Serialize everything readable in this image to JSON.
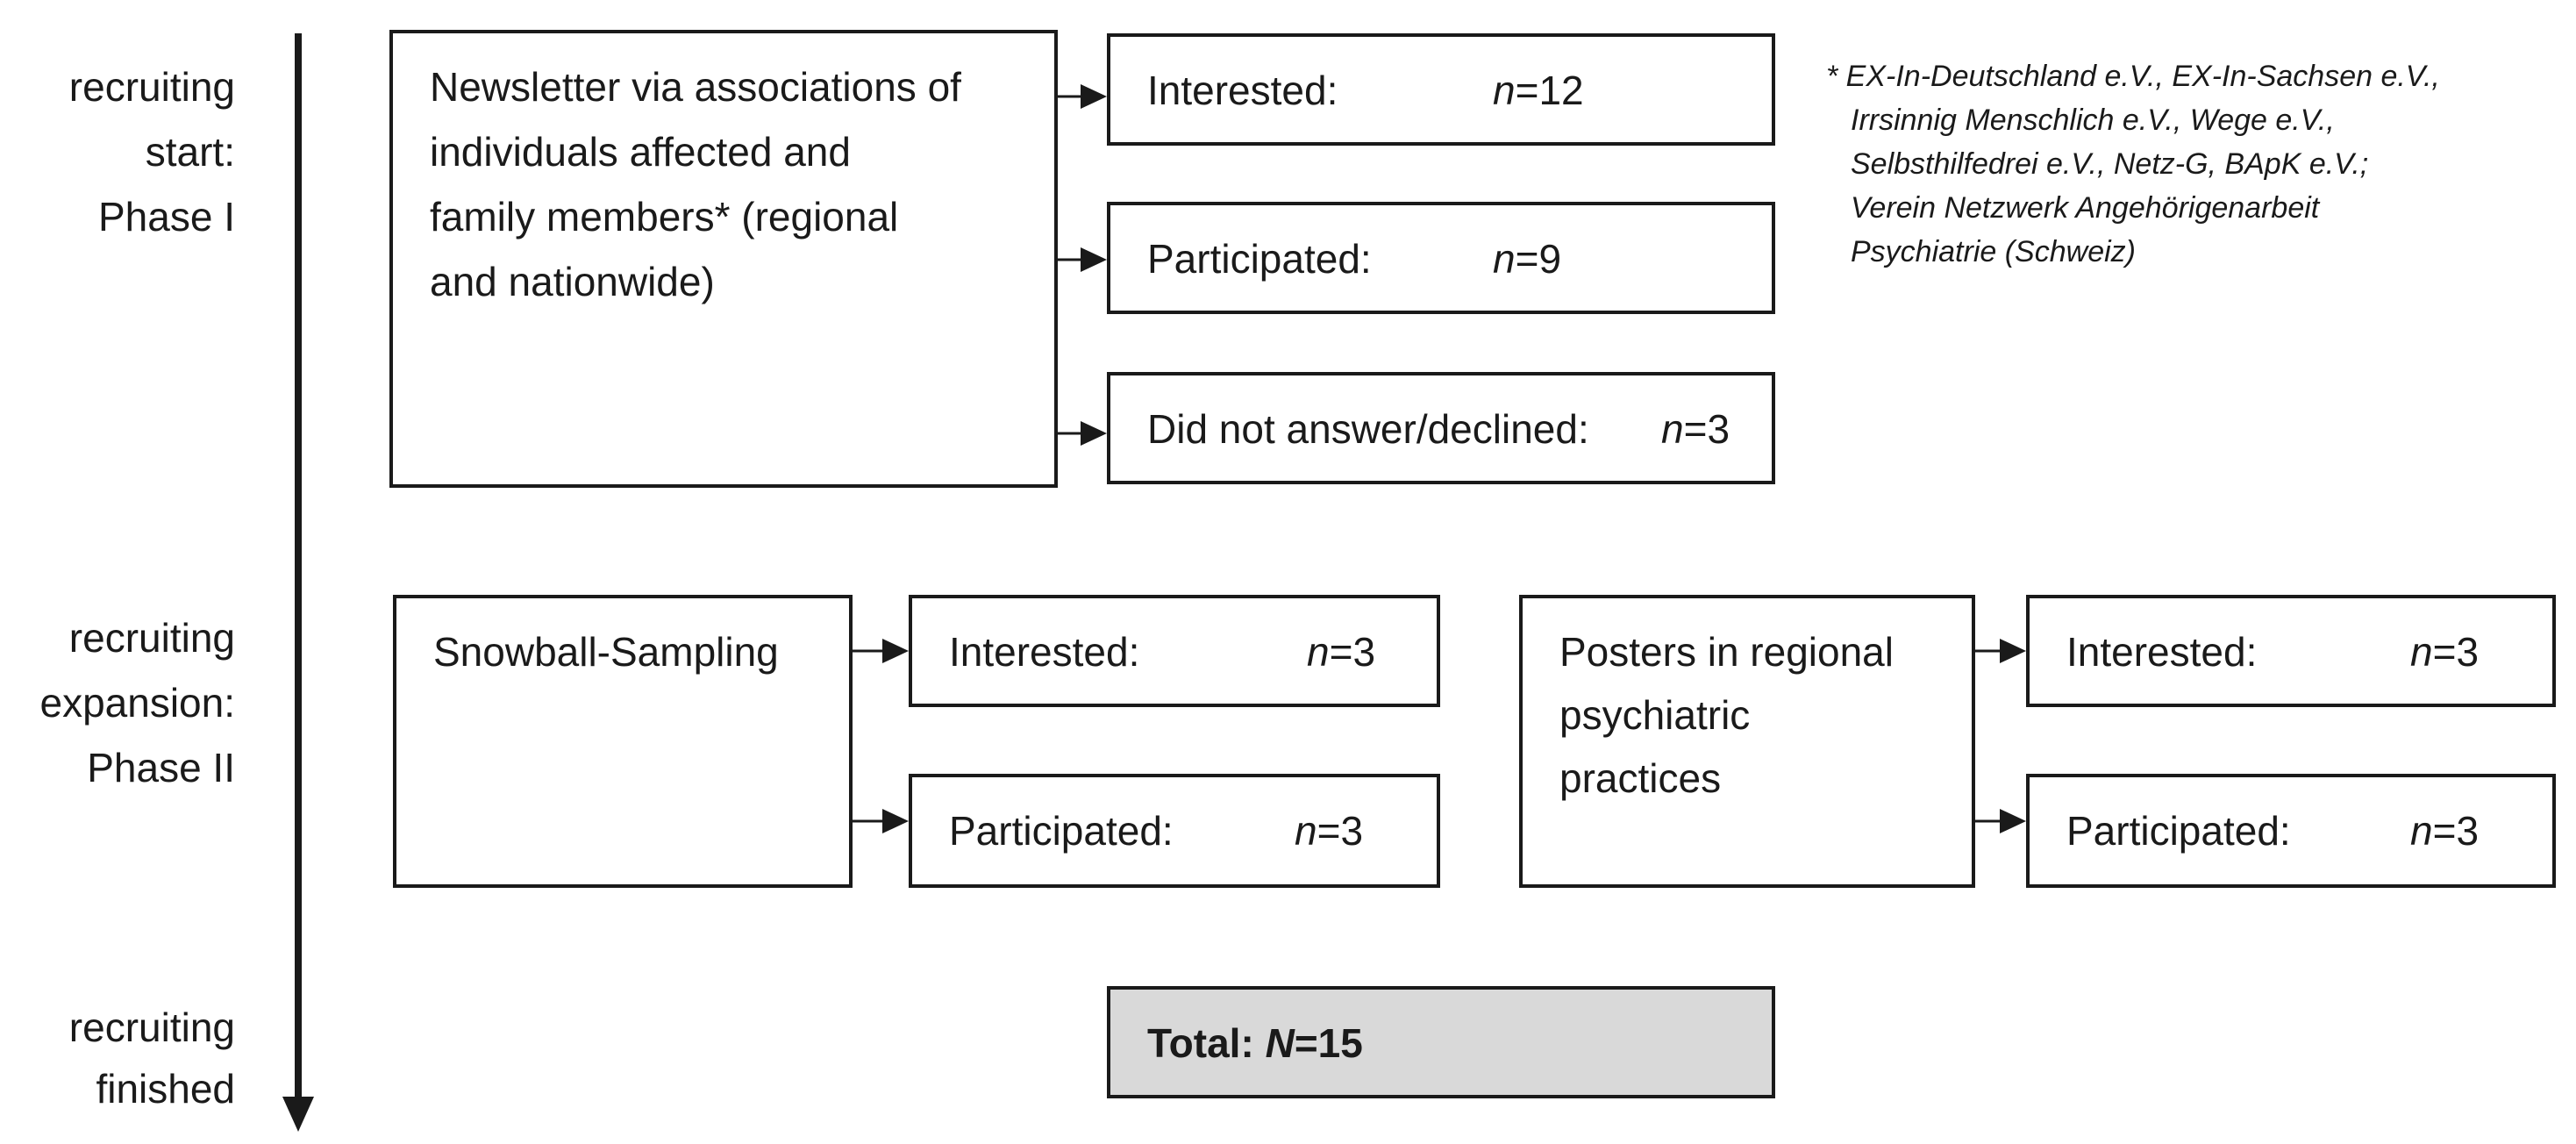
{
  "phases": [
    {
      "lines": [
        "recruiting",
        "start:",
        "Phase I"
      ]
    },
    {
      "lines": [
        "recruiting",
        "expansion:",
        "Phase II"
      ]
    },
    {
      "lines": [
        "recruiting",
        "finished"
      ]
    }
  ],
  "sources": {
    "newsletter": [
      "Newsletter via associations of",
      "individuals affected and",
      "family members* (regional",
      "and nationwide)"
    ],
    "snowball": "Snowball-Sampling",
    "posters": [
      "Posters in regional",
      "psychiatric",
      "practices"
    ]
  },
  "outcomes": {
    "p1_interested": {
      "label": "Interested:",
      "var": "n",
      "value": "=12"
    },
    "p1_participated": {
      "label": "Participated:",
      "var": "n",
      "value": "=9"
    },
    "p1_declined": {
      "label": "Did not answer/declined:",
      "var": "n",
      "value": "=3"
    },
    "snow_interested": {
      "label": "Interested:",
      "var": "n",
      "value": "=3"
    },
    "snow_participated": {
      "label": "Participated:",
      "var": "n",
      "value": "=3"
    },
    "post_interested": {
      "label": "Interested:",
      "var": "n",
      "value": "=3"
    },
    "post_participated": {
      "label": "Participated:",
      "var": "n",
      "value": "=3"
    }
  },
  "total": {
    "label": "Total:",
    "var": "N",
    "value": "=15"
  },
  "footnote": [
    "* EX-In-Deutschland e.V., EX-In-Sachsen e.V.,",
    "Irrsinnig Menschlich e.V., Wege e.V.,",
    "Selbsthilfedrei e.V., Netz-G, BApK e.V.;",
    "Verein Netzwerk Angehörigenarbeit",
    "Psychiatrie (Schweiz)"
  ],
  "colors": {
    "line": "#1a1a1a",
    "total_fill": "#d9d9d9"
  }
}
